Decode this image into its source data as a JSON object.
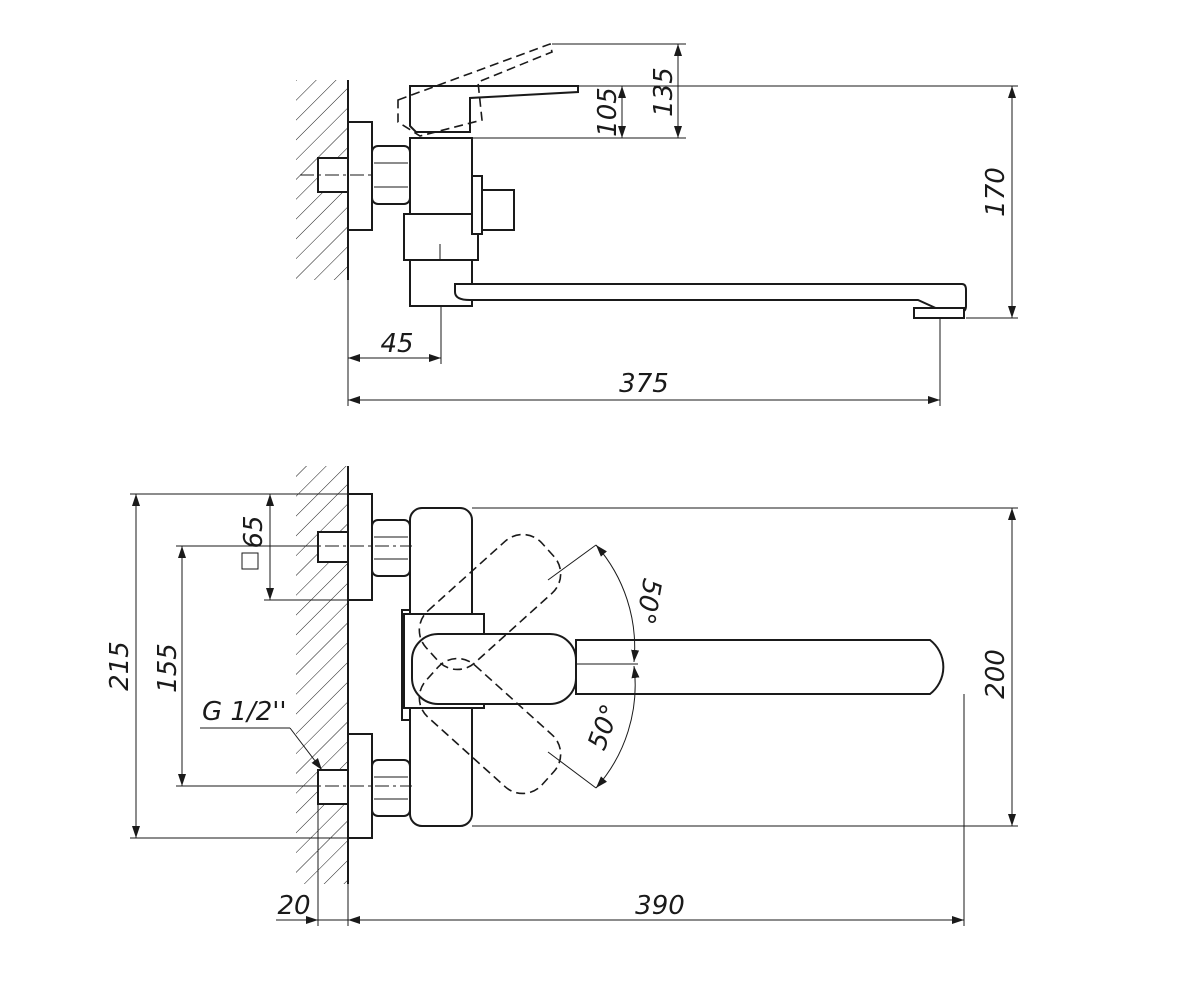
{
  "side_view": {
    "dim_lever_tilt": "135",
    "dim_lever_height": "105",
    "dim_spout_height": "170",
    "dim_wall_offset": "45",
    "dim_spout_reach": "375"
  },
  "front_view": {
    "dim_body_square": "65",
    "dim_total_height": "215",
    "dim_inlet_spacing": "155",
    "thread_label": "G 1/2''",
    "dim_lever_angle_up": "50°",
    "dim_lever_angle_down": "50°",
    "dim_body_height": "200",
    "dim_eccentric": "20",
    "dim_total_reach": "390"
  }
}
